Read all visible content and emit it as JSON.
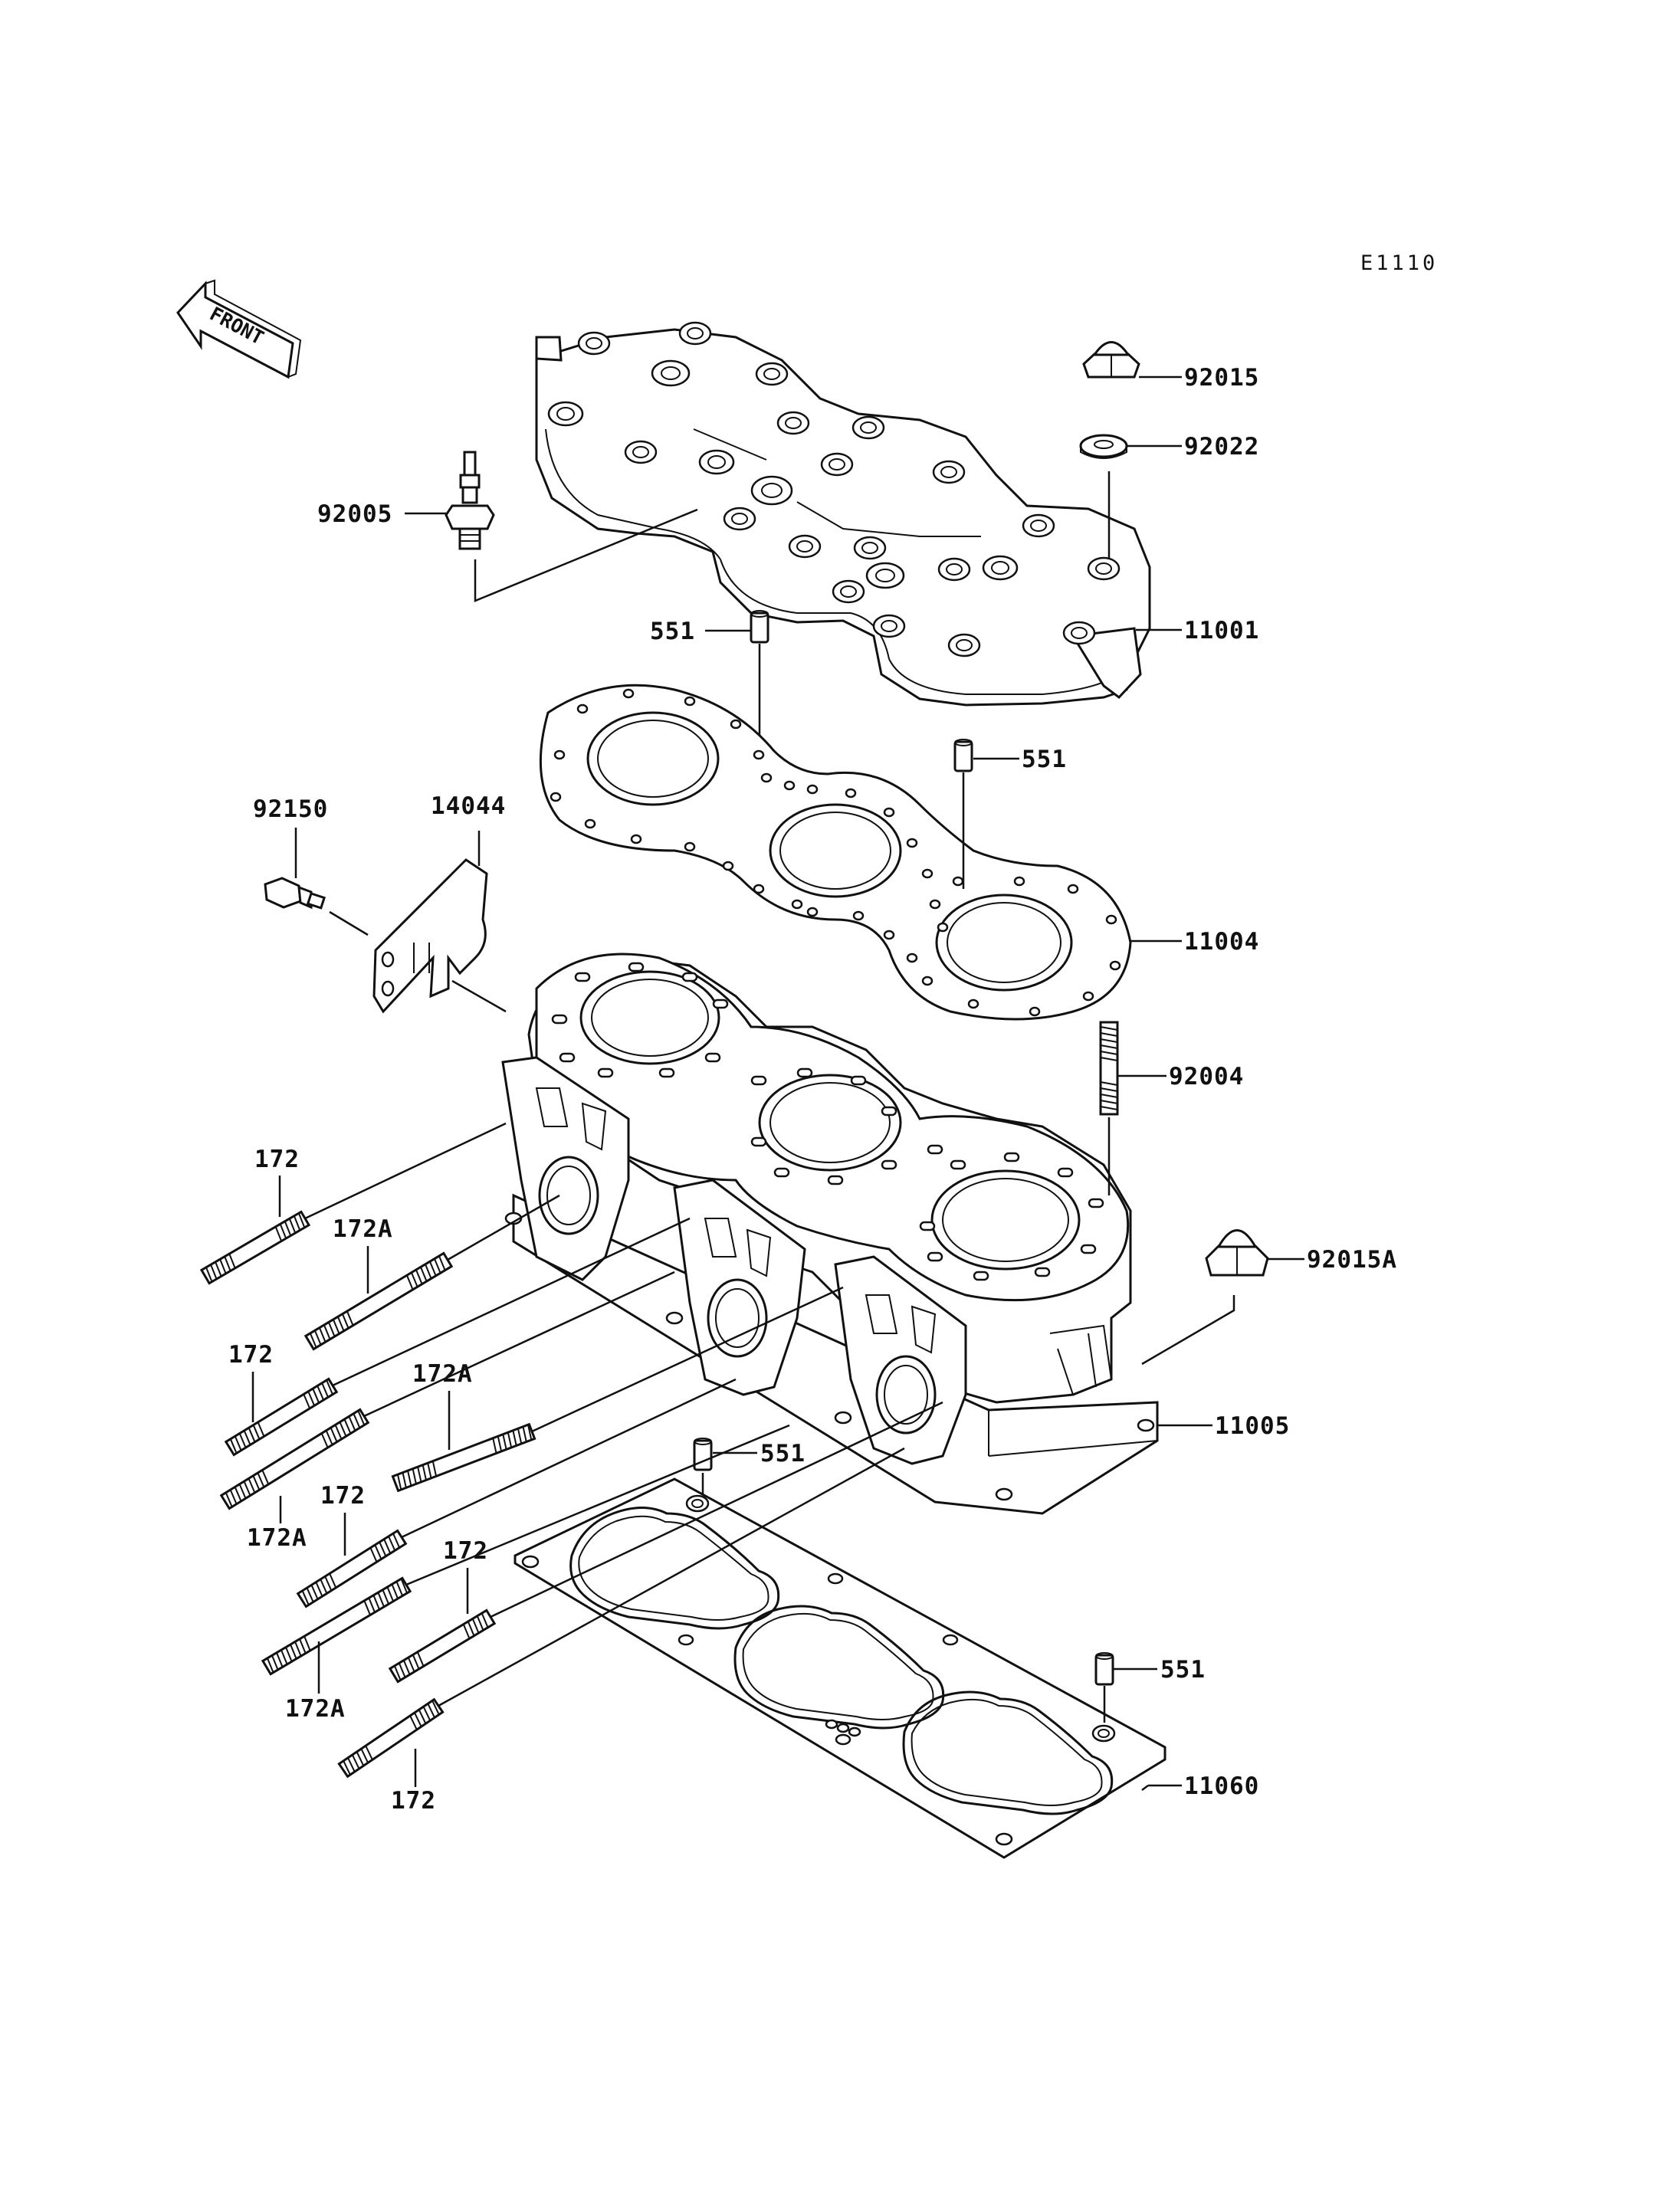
{
  "diagram_code": "E1110",
  "front_label": "FRONT",
  "labels": {
    "p92015": "92015",
    "p92022": "92022",
    "p92005": "92005",
    "p551_head": "551",
    "p11001": "11001",
    "p551_gasket": "551",
    "p92150": "92150",
    "p14044": "14044",
    "p11004": "11004",
    "p92004": "92004",
    "p172_1": "172",
    "p172A_1": "172A",
    "p92015A": "92015A",
    "p172_2": "172",
    "p172A_2": "172A",
    "p11005": "11005",
    "p551_cyl": "551",
    "p172A_3": "172A",
    "p172_3": "172",
    "p172_4": "172",
    "p172A_4": "172A",
    "p551_base": "551",
    "p11060": "11060",
    "p172_5": "172"
  }
}
